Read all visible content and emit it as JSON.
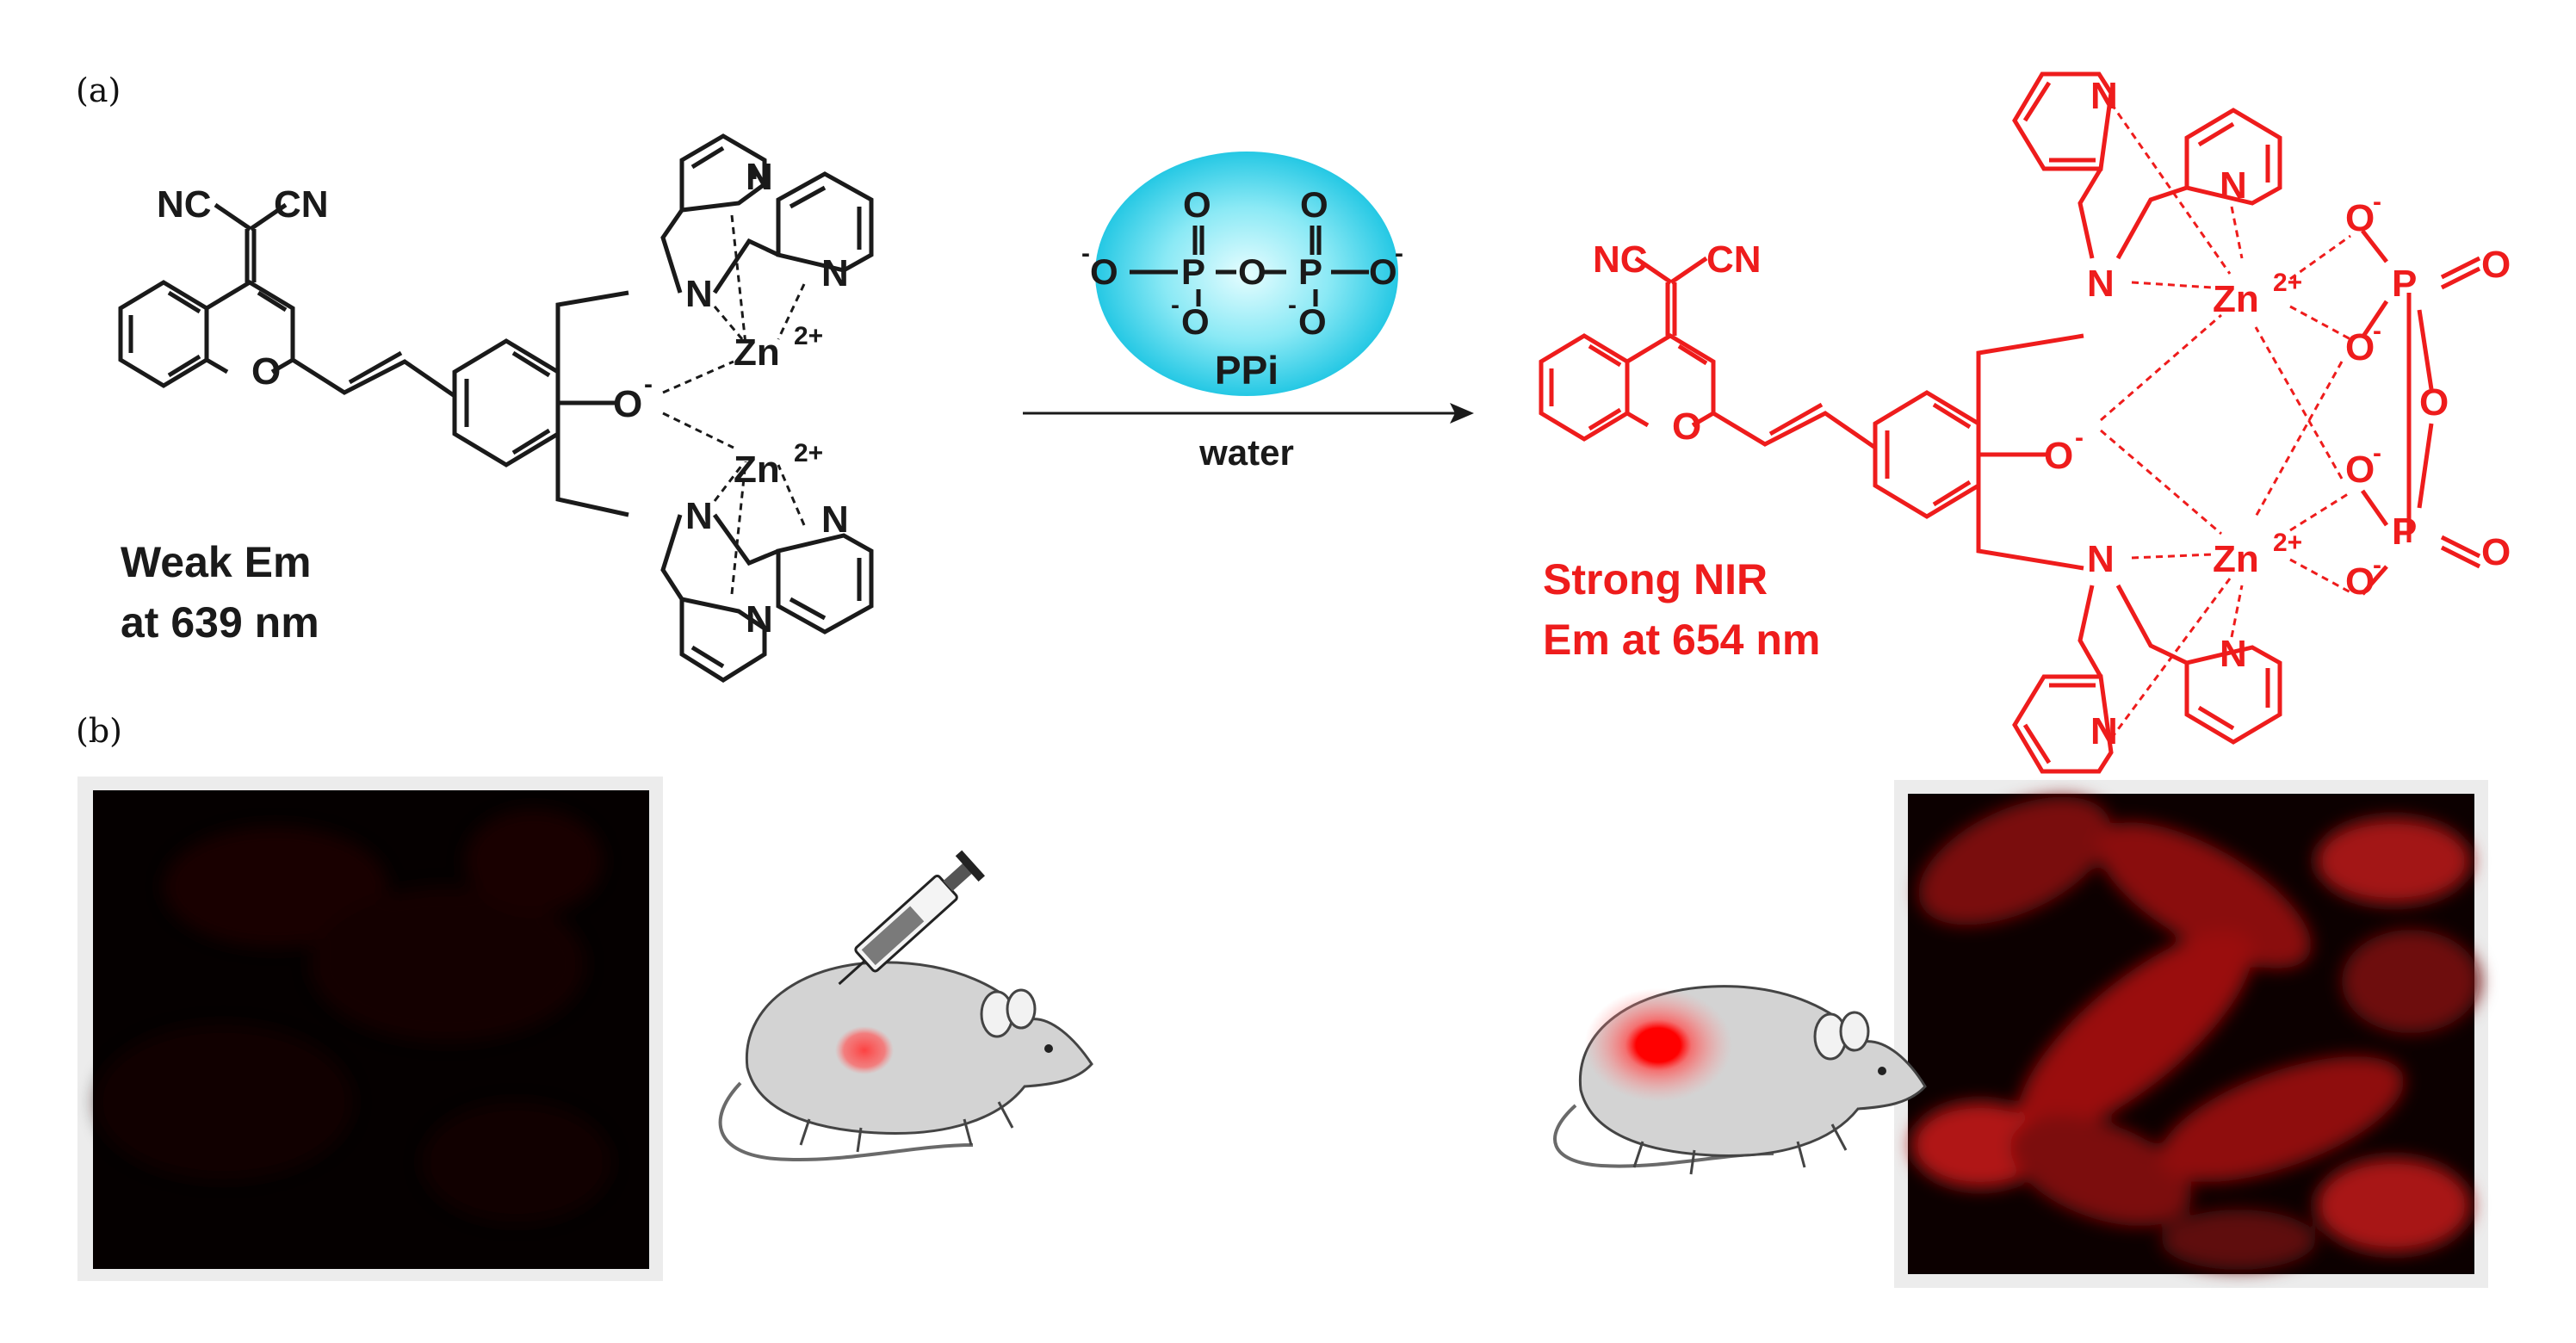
{
  "panel_a": {
    "label": "(a)",
    "probe": {
      "nc_left": "NC",
      "cn_right": "CN",
      "ring_o": "O",
      "phenolate": "O",
      "zn_top": "Zn",
      "zn_bottom": "Zn",
      "zn_charge": "2+",
      "amine_n": "N",
      "pyridine_n": "N",
      "minus": "-",
      "em_line1": "Weak Em",
      "em_line2": "at 639 nm"
    },
    "reagent": {
      "name": "PPi",
      "solvent": "water",
      "o": "O",
      "p": "P",
      "minus": "-"
    },
    "complex": {
      "nc_left": "NC",
      "cn_right": "CN",
      "ring_o": "O",
      "phenolate": "O",
      "zn_top": "Zn",
      "zn_bottom": "Zn",
      "zn_charge": "2+",
      "amine_n": "N",
      "pyridine_n": "N",
      "p": "P",
      "o": "O",
      "minus": "-",
      "em_line1": "Strong NIR",
      "em_line2": "Em at 654 nm"
    }
  },
  "panel_b": {
    "label": "(b)"
  },
  "colors": {
    "black_structure": "#1a1a1a",
    "red_structure": "#ee1c1c",
    "bubble_core": "#4fd9ee",
    "bubble_center": "#d9fbff",
    "cell_red": "#c41a1a",
    "mouse_body": "#d3d3d3"
  },
  "icons": [
    "arrow-right-icon",
    "syringe-icon",
    "mouse-icon",
    "fluorescence-spot-icon"
  ]
}
